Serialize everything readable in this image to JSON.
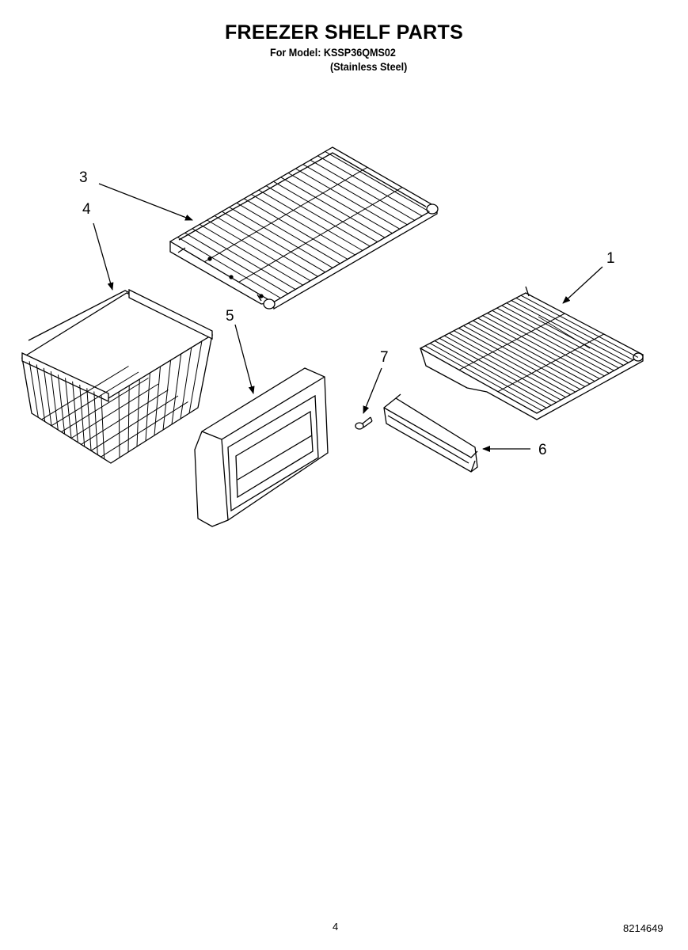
{
  "header": {
    "title": "FREEZER SHELF PARTS",
    "model_line": "For Model: KSSP36QMS02",
    "finish_line": "(Stainless Steel)"
  },
  "callouts": [
    {
      "id": "1",
      "label": "1",
      "part": "shelf-right"
    },
    {
      "id": "3",
      "label": "3",
      "part": "shelf-top"
    },
    {
      "id": "4",
      "label": "4",
      "part": "wire-basket"
    },
    {
      "id": "5",
      "label": "5",
      "part": "basket-front"
    },
    {
      "id": "6",
      "label": "6",
      "part": "slide-rail"
    },
    {
      "id": "7",
      "label": "7",
      "part": "screw"
    }
  ],
  "footer": {
    "page_number": "4",
    "document_number": "8214649"
  }
}
